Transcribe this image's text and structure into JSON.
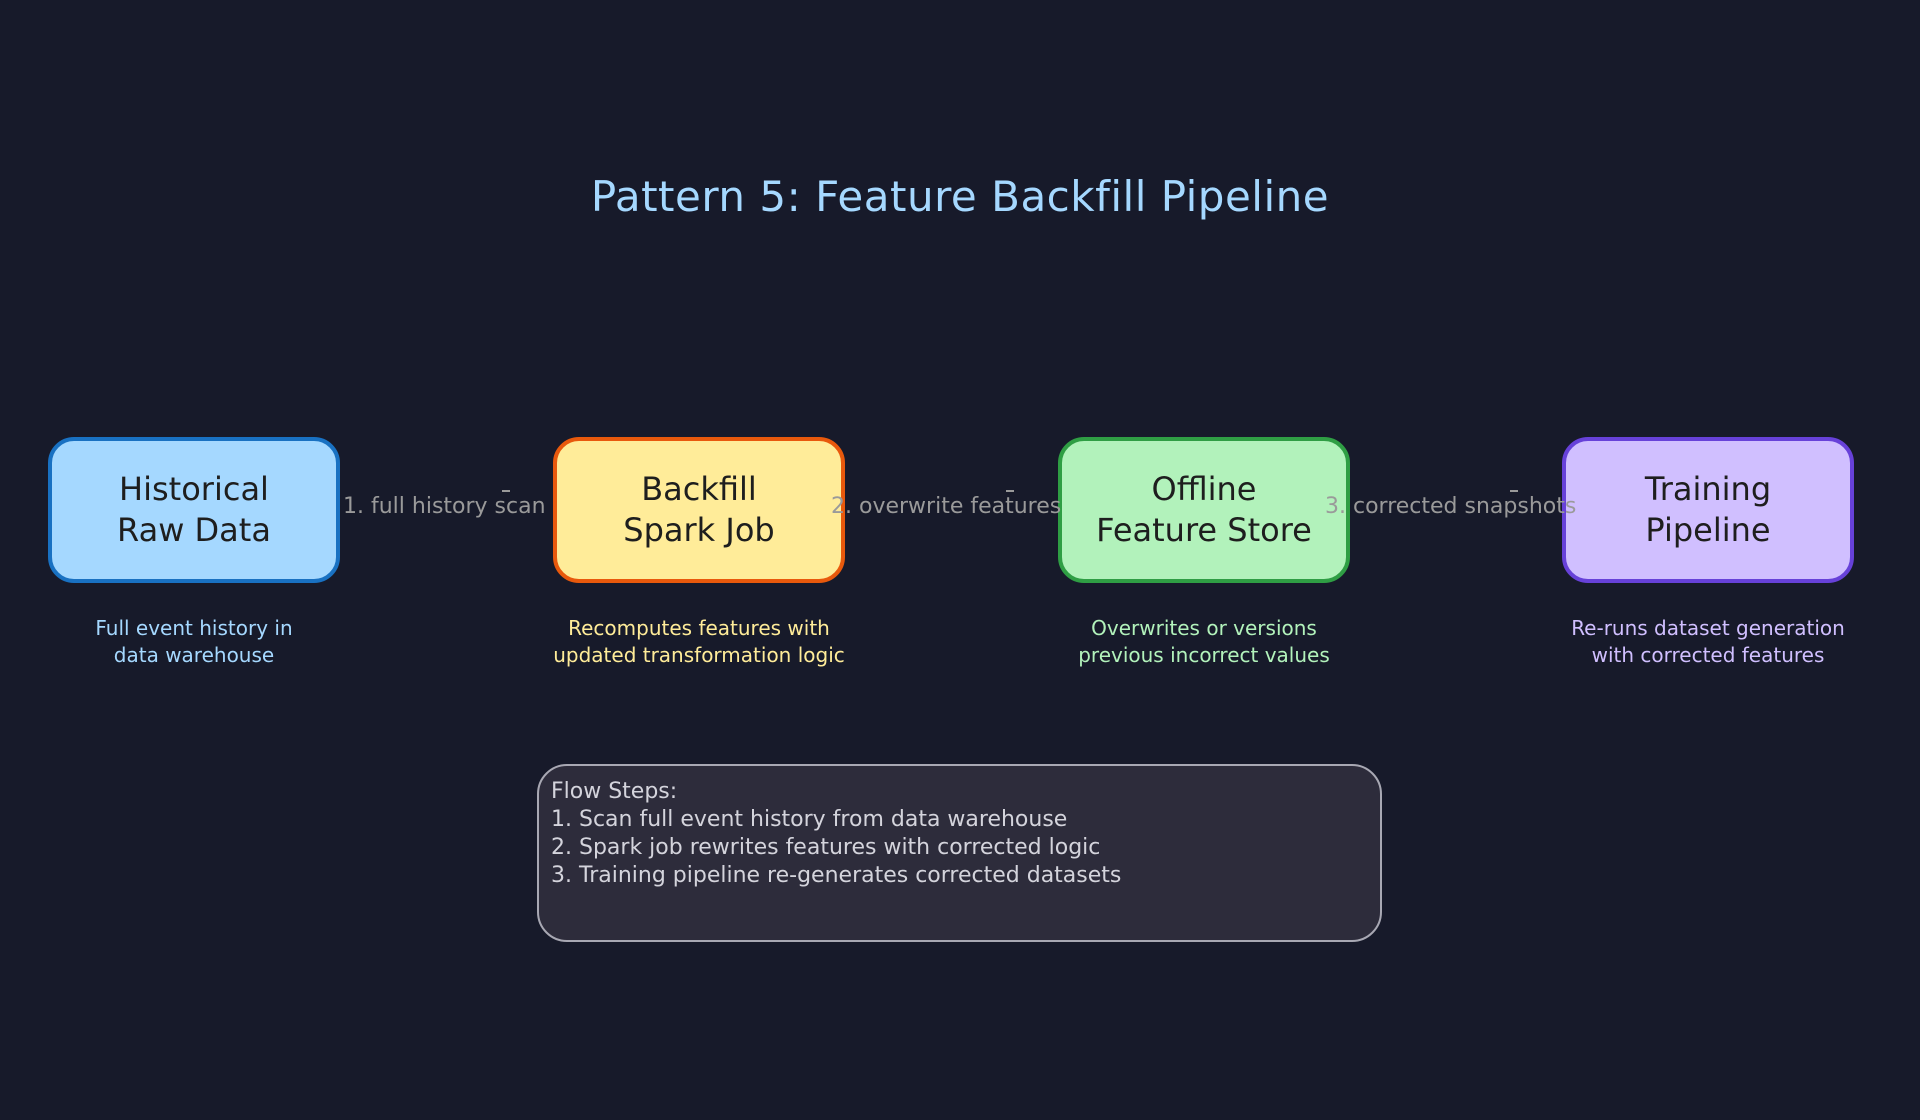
{
  "title": "Pattern 5: Feature Backfill Pipeline",
  "nodes": [
    {
      "line1": "Historical",
      "line2": "Raw Data",
      "color": "#a5d8ff",
      "stroke": "#1971c2"
    },
    {
      "line1": "Backfill",
      "line2": "Spark Job",
      "color": "#ffec99",
      "stroke": "#e8590c"
    },
    {
      "line1": "Offline",
      "line2": "Feature Store",
      "color": "#b2f2bb",
      "stroke": "#2f9e44"
    },
    {
      "line1": "Training",
      "line2": "Pipeline",
      "color": "#d0bfff",
      "stroke": "#6741d9"
    }
  ],
  "descriptions": [
    {
      "line1": "Full event history in",
      "line2": "data warehouse"
    },
    {
      "line1": "Recomputes features with",
      "line2": "updated transformation logic"
    },
    {
      "line1": "Overwrites or versions",
      "line2": "previous incorrect values"
    },
    {
      "line1": "Re-runs dataset generation",
      "line2": "with corrected features"
    }
  ],
  "edges": [
    {
      "label": "1. full history scan"
    },
    {
      "label": "2. overwrite features"
    },
    {
      "label": "3. corrected snapshots"
    }
  ],
  "steps": {
    "heading": "Flow Steps:",
    "items": [
      "1. Scan full event history from data warehouse",
      "2. Spark job rewrites features with corrected logic",
      "3. Training pipeline re-generates corrected datasets"
    ]
  }
}
